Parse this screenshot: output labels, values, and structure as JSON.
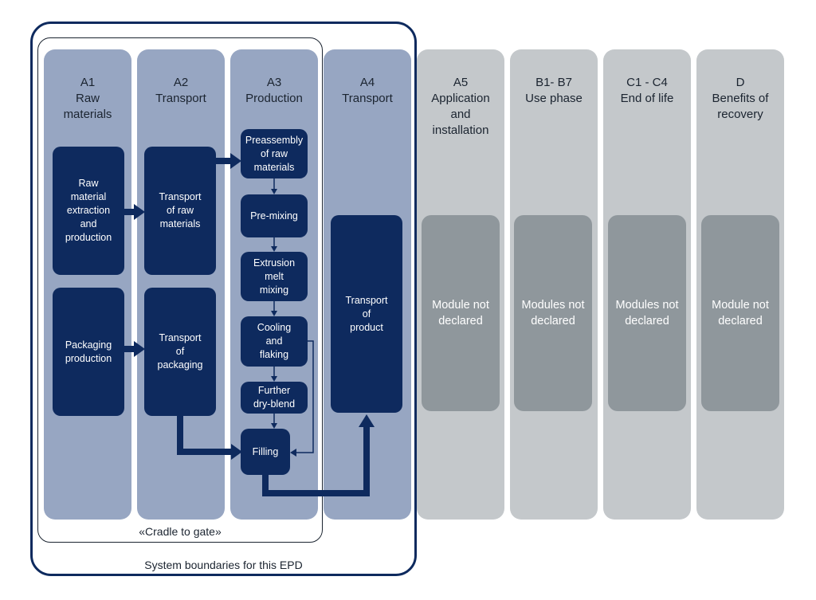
{
  "modules": [
    {
      "id": "a1",
      "code": "A1",
      "title": "Raw\nmaterials"
    },
    {
      "id": "a2",
      "code": "A2",
      "title": "Transport"
    },
    {
      "id": "a3",
      "code": "A3",
      "title": "Production"
    },
    {
      "id": "a4",
      "code": "A4",
      "title": "Transport"
    },
    {
      "id": "a5",
      "code": "A5",
      "title": "Application\nand\ninstallation",
      "status": "Module not\ndeclared"
    },
    {
      "id": "b",
      "code": "B1- B7",
      "title": "Use phase",
      "status": "Modules not\ndeclared"
    },
    {
      "id": "c",
      "code": "C1 - C4",
      "title": "End of life",
      "status": "Modules not\ndeclared"
    },
    {
      "id": "d",
      "code": "D",
      "title": "Benefits of\nrecovery",
      "status": "Module not\ndeclared"
    }
  ],
  "processes": {
    "raw_extraction": "Raw\nmaterial\nextraction\nand\nproduction",
    "packaging_production": "Packaging\nproduction",
    "transport_raw": "Transport\nof raw\nmaterials",
    "transport_packaging": "Transport\nof\npackaging",
    "preassembly": "Preassembly\nof raw\nmaterials",
    "premixing": "Pre-mixing",
    "extrusion": "Extrusion\nmelt\nmixing",
    "cooling": "Cooling\nand\nflaking",
    "dryblend": "Further\ndry-blend",
    "filling": "Filling",
    "transport_product": "Transport\nof\nproduct"
  },
  "boundaries": {
    "cradle_to_gate": "«Cradle to gate»",
    "system": "System boundaries for this EPD"
  },
  "colors": {
    "in_scope_column": "#97a6c2",
    "out_of_scope_column": "#c4c8cb",
    "process_box": "#0e2a5e",
    "not_declared_box": "#8f979c",
    "boundary_line": "#0e2a5e"
  }
}
